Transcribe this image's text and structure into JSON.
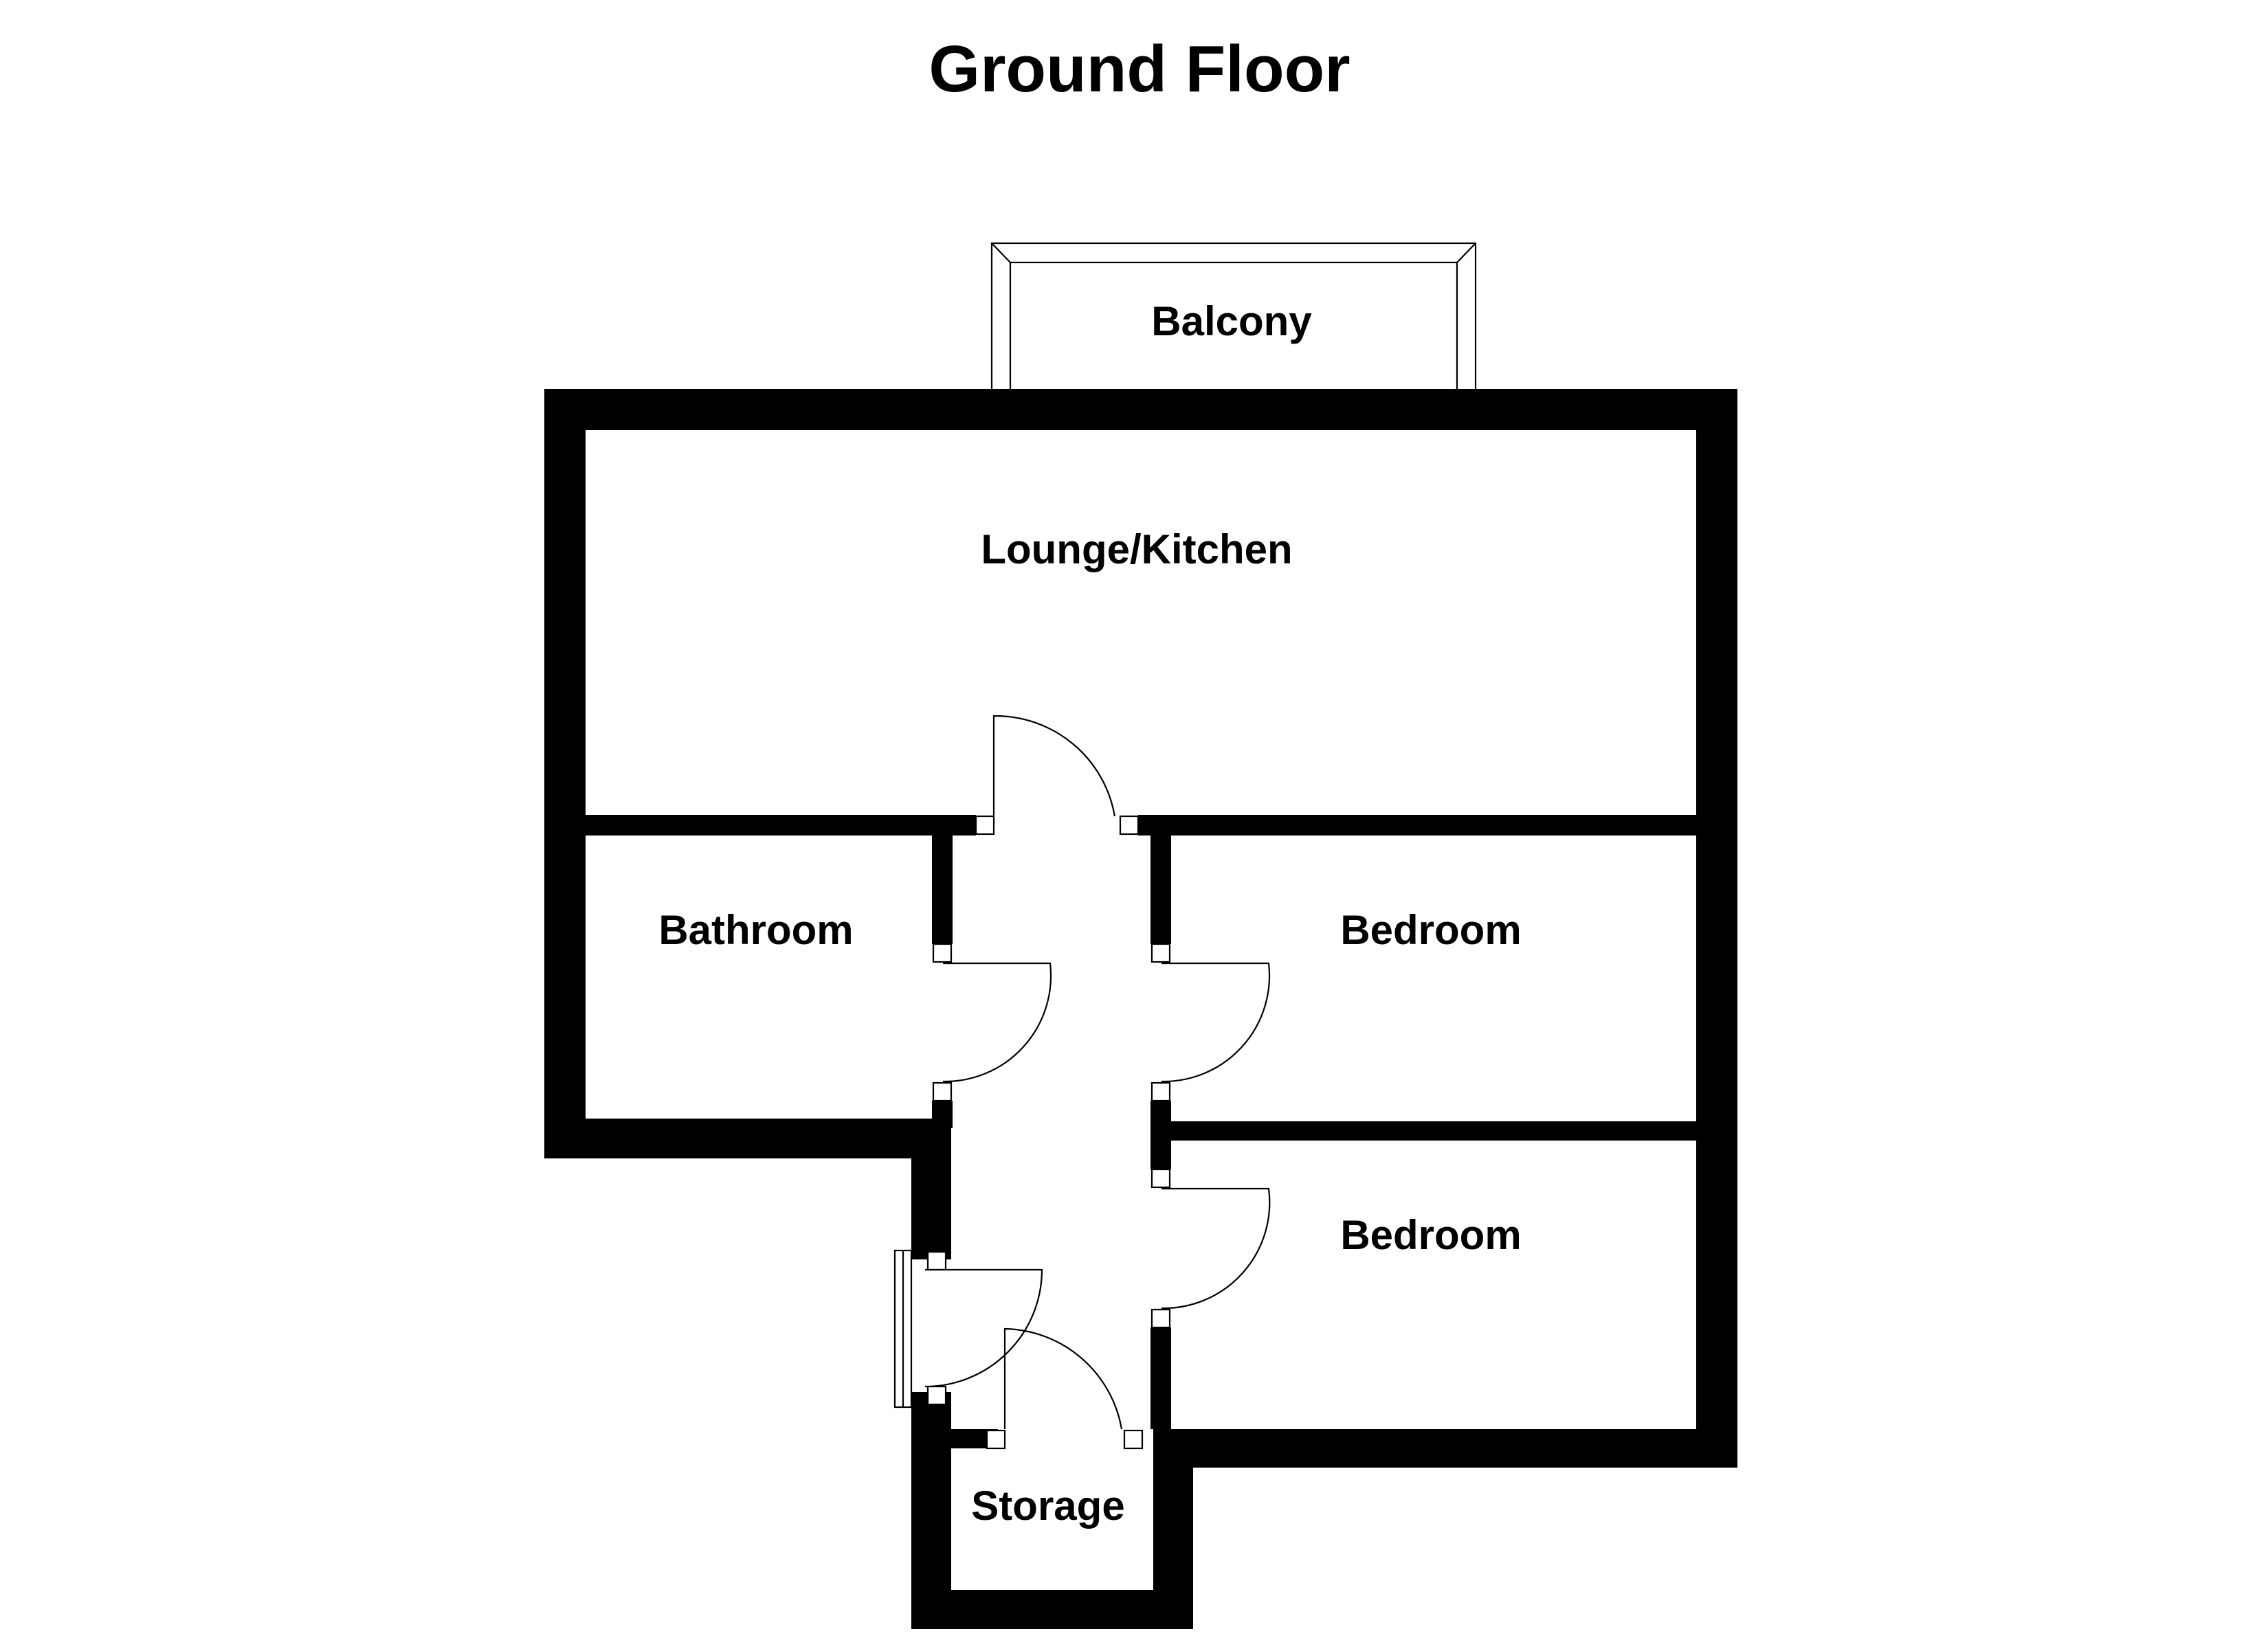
{
  "title": "Ground Floor",
  "rooms": {
    "balcony": "Balcony",
    "lounge_kitchen": "Lounge/Kitchen",
    "bathroom": "Bathroom",
    "bedroom_1": "Bedroom",
    "bedroom_2": "Bedroom",
    "storage": "Storage"
  },
  "colors": {
    "wall": "#000000",
    "background": "#ffffff"
  }
}
